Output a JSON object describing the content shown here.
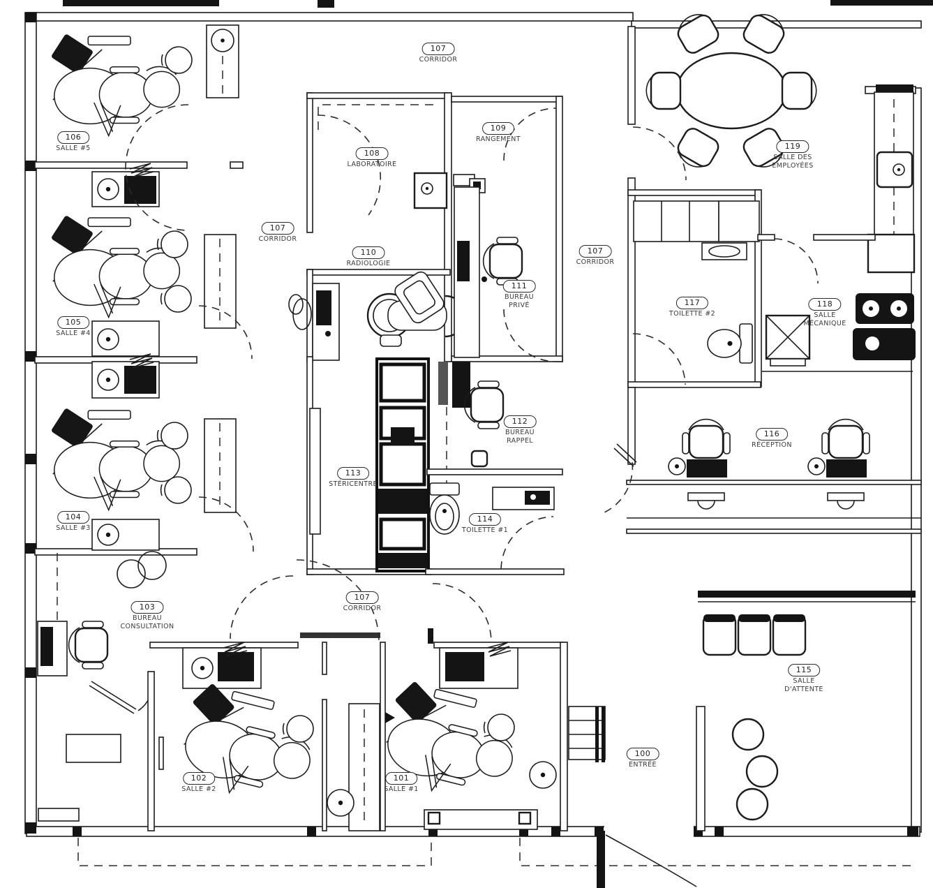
{
  "title": "Dental clinic floor plan",
  "colors": {
    "background": "#ffffff",
    "line": "#1c1c1c",
    "equipment_fill": "#141414"
  },
  "rooms": [
    {
      "number": "106",
      "name": "SALLE #5"
    },
    {
      "number": "107",
      "name": "CORRIDOR"
    },
    {
      "number": "108",
      "name": "LABORATOIRE"
    },
    {
      "number": "109",
      "name": "RANGEMENT"
    },
    {
      "number": "119",
      "name": "SALLE DES\nEMPLOYÉES"
    },
    {
      "number": "107",
      "name": "CORRIDOR"
    },
    {
      "number": "110",
      "name": "RADIOLOGIE"
    },
    {
      "number": "111",
      "name": "BUREAU\nPRIVÉ"
    },
    {
      "number": "107",
      "name": "CORRIDOR"
    },
    {
      "number": "117",
      "name": "TOILETTE #2"
    },
    {
      "number": "118",
      "name": "SALLE\nMÉCANIQUE"
    },
    {
      "number": "105",
      "name": "SALLE #4"
    },
    {
      "number": "112",
      "name": "BUREAU\nRAPPEL"
    },
    {
      "number": "113",
      "name": "STÉRICENTRE"
    },
    {
      "number": "116",
      "name": "RÉCEPTION"
    },
    {
      "number": "104",
      "name": "SALLE #3"
    },
    {
      "number": "114",
      "name": "TOILETTE #1"
    },
    {
      "number": "103",
      "name": "BUREAU\nCONSULTATION"
    },
    {
      "number": "107",
      "name": "CORRIDOR"
    },
    {
      "number": "115",
      "name": "SALLE\nD'ATTENTE"
    },
    {
      "number": "102",
      "name": "SALLE #2"
    },
    {
      "number": "101",
      "name": "SALLE #1"
    },
    {
      "number": "100",
      "name": "ENTRÉE"
    }
  ]
}
